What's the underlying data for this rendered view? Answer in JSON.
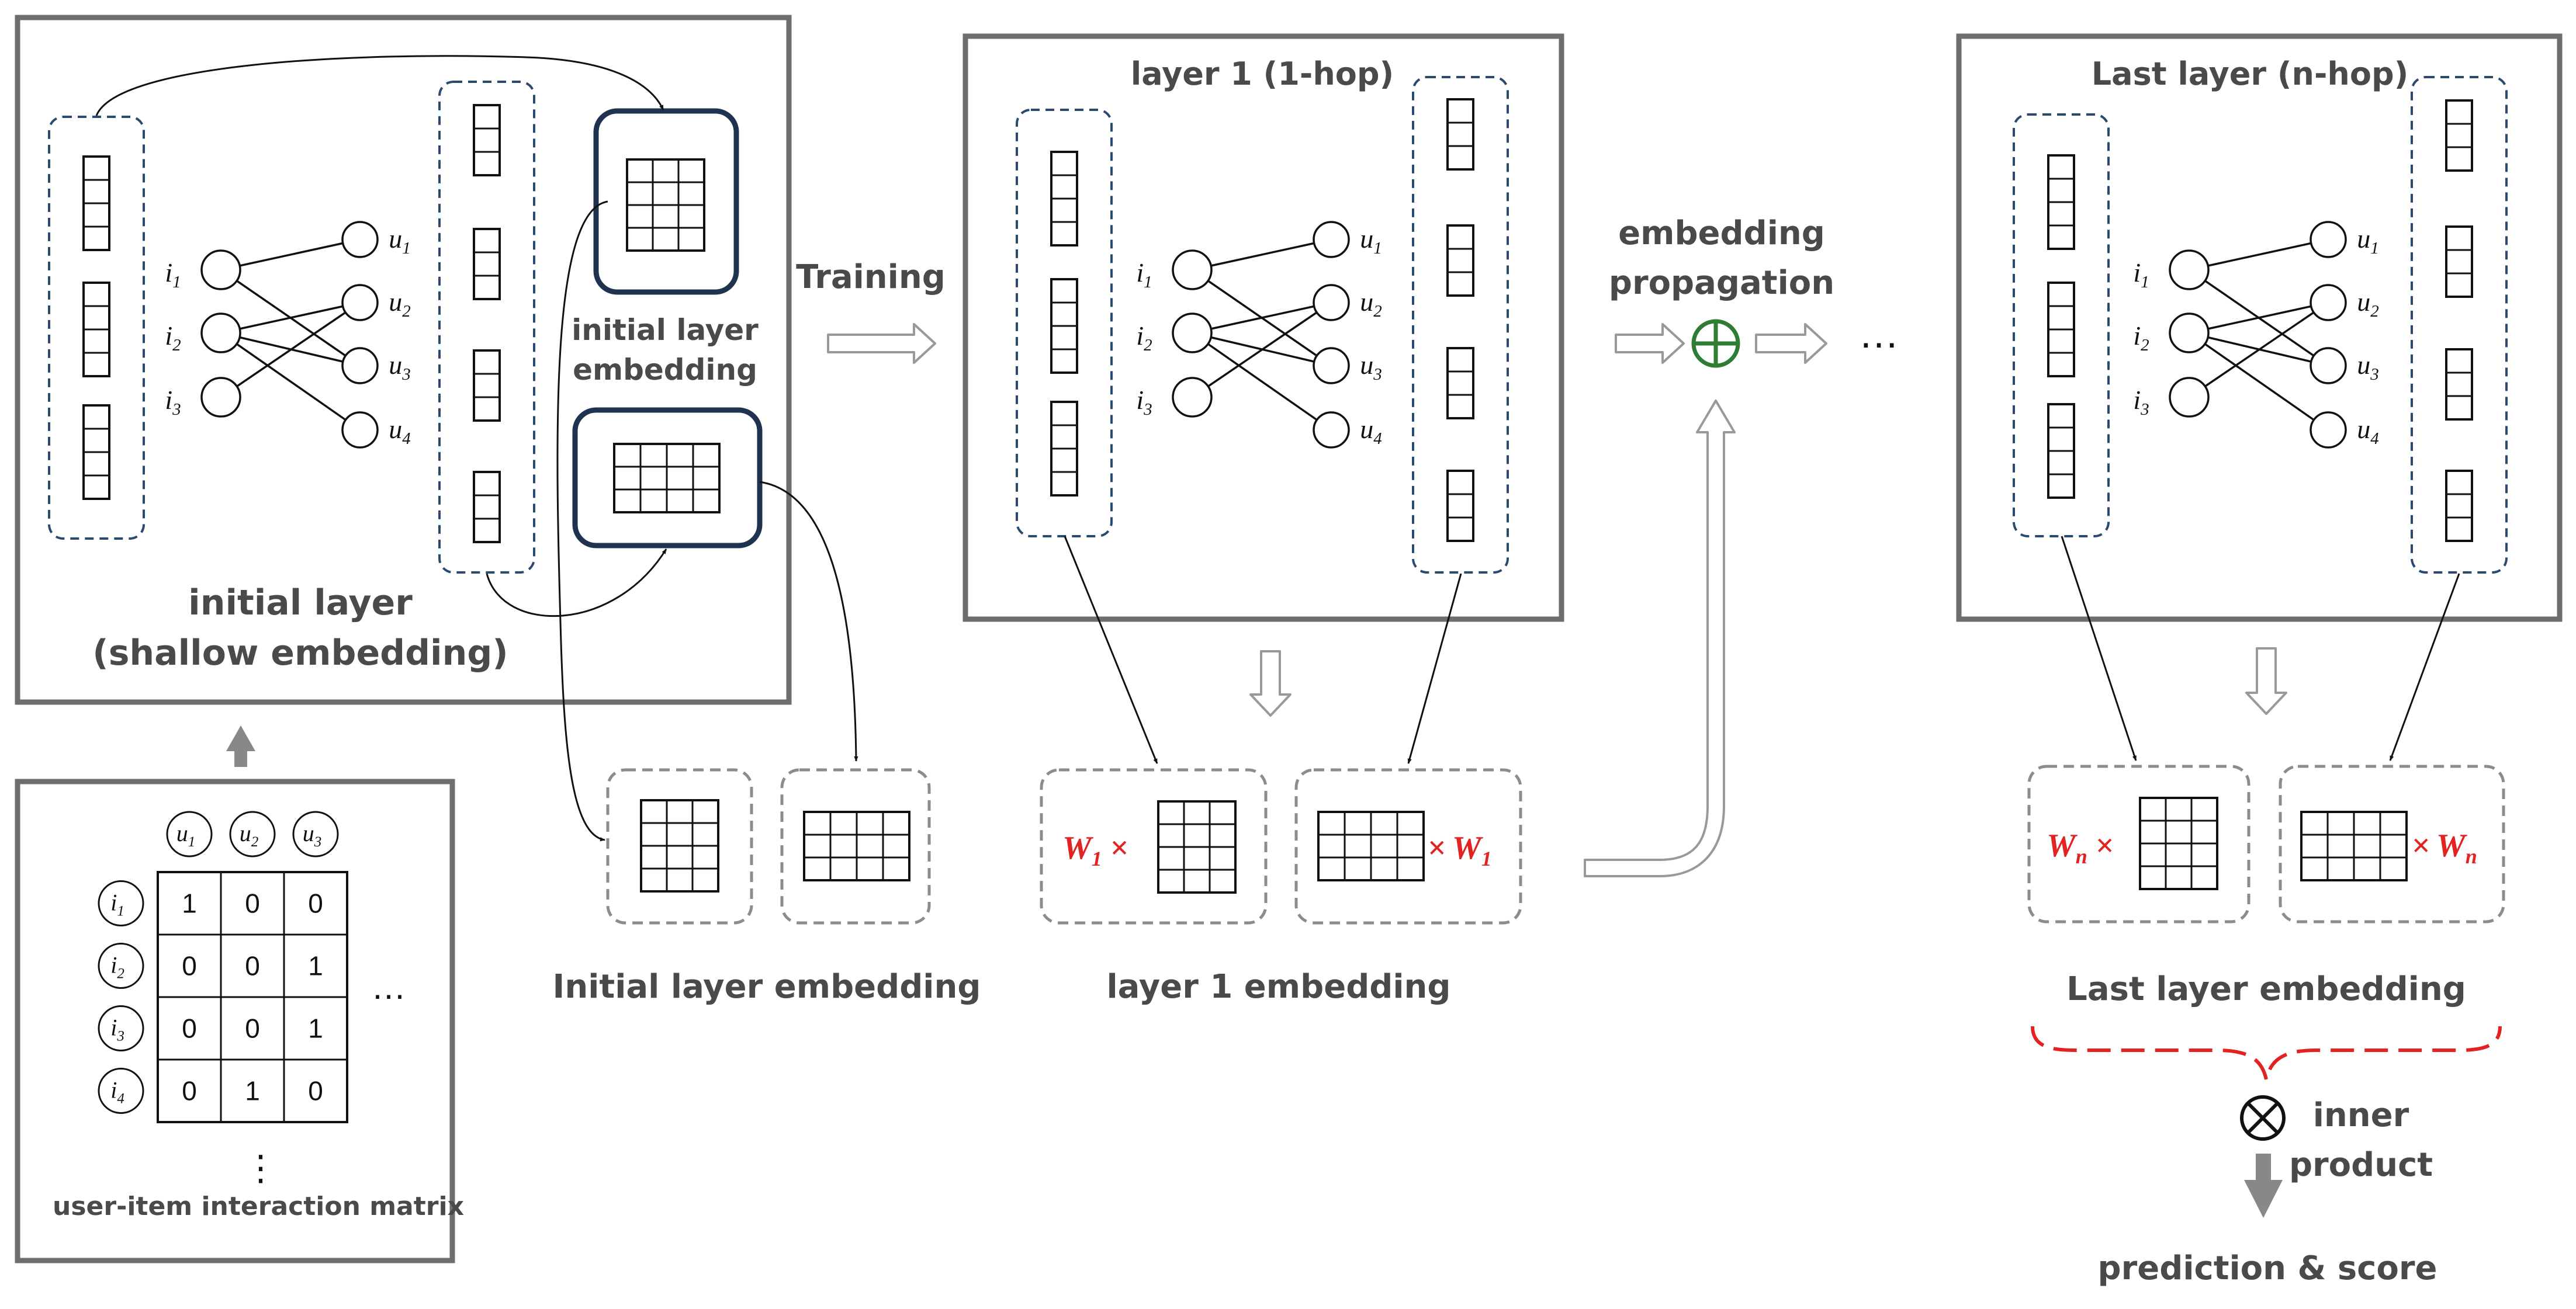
{
  "colors": {
    "panel_border": "#6e6e6e",
    "group_border": "#2b4a6f",
    "embed_box_border": "#1f3350",
    "dashed_gray": "#8c8c8c",
    "weight_red": "#e32222",
    "propagation_green": "#2f7d32",
    "text_gray": "#4a4a4a"
  },
  "icons": {
    "sum": "circled-plus-icon",
    "product": "circled-times-icon",
    "hollow_arrow": "hollow-arrow-icon",
    "down_arrow": "gray-down-arrow-icon"
  },
  "initial_layer": {
    "title_line1": "initial layer",
    "title_line2": "(shallow embedding)",
    "embed_label_line1": "initial layer",
    "embed_label_line2": "embedding"
  },
  "graph": {
    "items": [
      {
        "base": "i",
        "sub": "1"
      },
      {
        "base": "i",
        "sub": "2"
      },
      {
        "base": "i",
        "sub": "3"
      }
    ],
    "users": [
      {
        "base": "u",
        "sub": "1"
      },
      {
        "base": "u",
        "sub": "2"
      },
      {
        "base": "u",
        "sub": "3"
      },
      {
        "base": "u",
        "sub": "4"
      }
    ]
  },
  "training": {
    "label": "Training"
  },
  "layer1": {
    "title": "layer 1 (1-hop)",
    "embedding_label": "layer 1 embedding"
  },
  "initial_embedding": {
    "label": "Initial layer embedding"
  },
  "propagation": {
    "label_line1": "embedding",
    "label_line2": "propagation"
  },
  "ellipsis": "…",
  "last_layer": {
    "title": "Last layer (n-hop)",
    "embedding_label": "Last layer embedding"
  },
  "weights": {
    "w1": {
      "base": "W",
      "sub": "1"
    },
    "wn": {
      "base": "W",
      "sub": "n"
    },
    "times": "×"
  },
  "inner_product": {
    "line1": "inner",
    "line2": "product"
  },
  "prediction": "prediction & score",
  "matrix": {
    "label": "user-item interaction matrix",
    "columns": [
      {
        "base": "u",
        "sub": "1"
      },
      {
        "base": "u",
        "sub": "2"
      },
      {
        "base": "u",
        "sub": "3"
      }
    ],
    "rows": [
      {
        "label": {
          "base": "i",
          "sub": "1"
        },
        "values": [
          "1",
          "0",
          "0"
        ]
      },
      {
        "label": {
          "base": "i",
          "sub": "2"
        },
        "values": [
          "0",
          "0",
          "1"
        ]
      },
      {
        "label": {
          "base": "i",
          "sub": "3"
        },
        "values": [
          "0",
          "0",
          "1"
        ]
      },
      {
        "label": {
          "base": "i",
          "sub": "4"
        },
        "values": [
          "0",
          "1",
          "0"
        ]
      }
    ],
    "h_ellipsis": "…",
    "v_ellipsis": "⋮"
  }
}
